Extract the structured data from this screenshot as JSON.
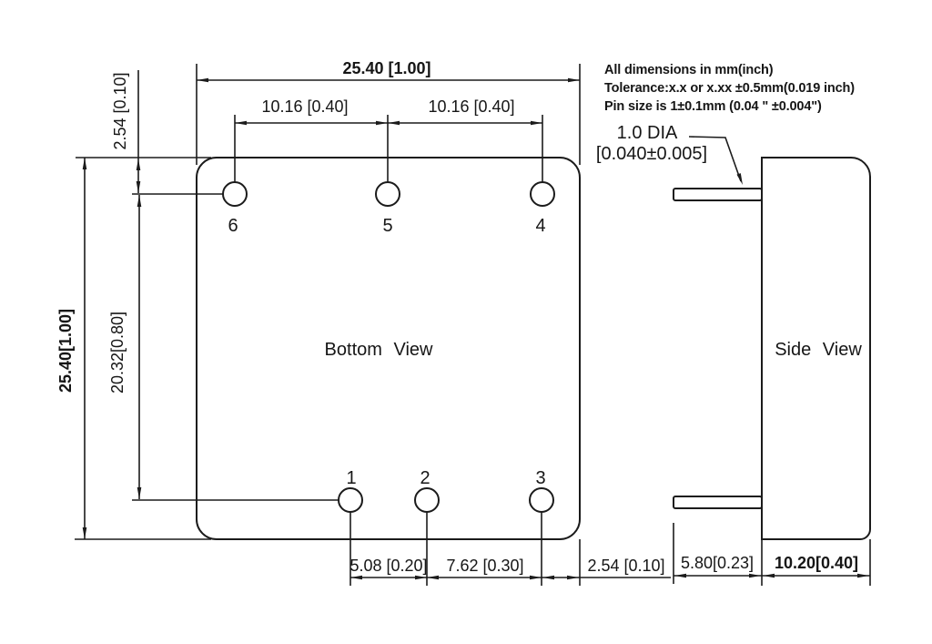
{
  "drawing": {
    "notes": [
      "All dimensions in mm(inch)",
      "Tolerance:x.x  or x.xx  ±0.5mm(0.019 inch)",
      "Pin size is 1±0.1mm (0.04 \" ±0.004\")"
    ],
    "pin_callout": {
      "dia": "1.0 DIA",
      "tol": "[0.040±0.005]"
    },
    "view_labels": {
      "bottom": "Bottom View",
      "side": "Side View"
    },
    "dims": {
      "top_width": "25.40 [1.00]",
      "pitch_left": "10.16 [0.40]",
      "pitch_right": "10.16 [0.40]",
      "edge_offset_top_left": "2.54 [0.10]",
      "overall_height": "25.40[1.00]",
      "pin_row_span": "20.32[0.80]",
      "pin1_to_pin2": "5.08 [0.20]",
      "pin2_to_pin3": "7.62 [0.30]",
      "pin3_to_edge": "2.54 [0.10]",
      "pin_length": "5.80[0.23]",
      "body_depth": "10.20[0.40]"
    },
    "pin_numbers": {
      "top": [
        "6",
        "5",
        "4"
      ],
      "bottom": [
        "1",
        "2",
        "3"
      ]
    },
    "colors": {
      "line": "#1b1b1b",
      "background": "#ffffff"
    }
  }
}
